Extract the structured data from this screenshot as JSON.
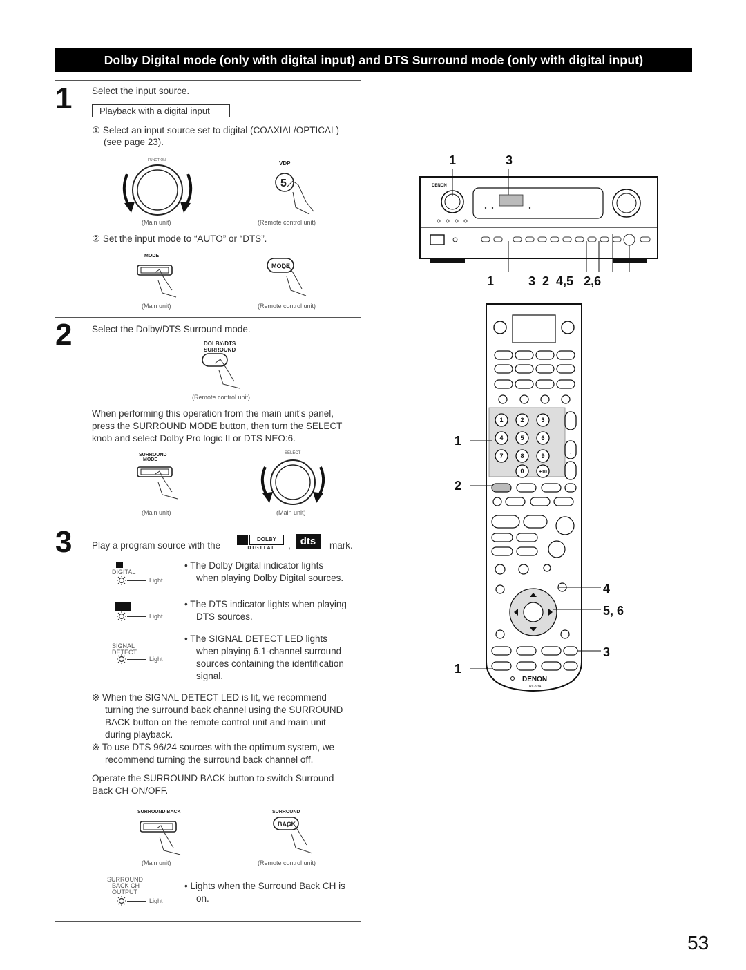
{
  "banner": "Dolby Digital mode (only with digital input) and DTS Surround mode (only with digital input)",
  "step1": {
    "num": "1",
    "text": "Select the input source.",
    "box": "Playback with a digital input",
    "sub1": "① Select an input source set to digital (COAXIAL/OPTICAL)",
    "sub1b": "(see page 23).",
    "function_label": "FUNCTION",
    "vdp_label": "VDP",
    "vdp_key": "5",
    "main_unit": "(Main unit)",
    "remote_unit": "(Remote control unit)",
    "sub2": "② Set the input mode to “AUTO” or “DTS”.",
    "mode_label": "MODE",
    "mode_button": "MODE",
    "main_unit2": "(Main unit)",
    "remote_unit2": "(Remote control unit)"
  },
  "step2": {
    "num": "2",
    "text": "Select the Dolby/DTS Surround mode.",
    "dolby_label1": "DOLBY/DTS",
    "dolby_label2": "SURROUND",
    "remote_unit": "(Remote control unit)",
    "para1": "When performing this operation from the main unit's panel,",
    "para2": "press the SURROUND MODE button, then turn the SELECT",
    "para3": "knob and select Dolby Pro logic II or DTS NEO:6.",
    "surround_mode_label1": "SURROUND",
    "surround_mode_label2": "MODE",
    "select_label": "SELECT",
    "main_unit_a": "(Main unit)",
    "main_unit_b": "(Main unit)"
  },
  "step3": {
    "num": "3",
    "text_pre": "Play a program source with the",
    "text_post": "mark.",
    "dolby_logo": "DOLBY",
    "dolby_sub": "D I G I T A L",
    "dts_logo": "dts",
    "ind1_label": "DIGITAL",
    "ind1_light": "Light",
    "bullet1_l1": "• The  Dolby  Digital  indicator  lights",
    "bullet1_l2": "when playing Dolby Digital sources.",
    "ind2_light": "Light",
    "bullet2_l1": "• The DTS indicator lights when playing",
    "bullet2_l2": "DTS sources.",
    "ind3_label1": "SIGNAL",
    "ind3_label2": "DETECT",
    "ind3_light": "Light",
    "bullet3_l1": "• The  SIGNAL  DETECT  LED  lights",
    "bullet3_l2": "when  playing  6.1-channel  surround",
    "bullet3_l3": "sources  containing  the  identification",
    "bullet3_l4": "signal.",
    "note1_l1": "※ When the SIGNAL DETECT LED is lit, we recommend",
    "note1_l2": "turning the surround back channel using the SURROUND",
    "note1_l3": "BACK button on the remote control unit and main unit",
    "note1_l4": "during playback.",
    "note2_l1": "※ To use DTS 96/24 sources with the optimum system, we",
    "note2_l2": "recommend turning the surround back channel off.",
    "op_l1": "Operate the SURROUND BACK button to switch Surround",
    "op_l2": "Back CH ON/OFF.",
    "sb_label": "SURROUND BACK",
    "sb_label2": "SURROUND",
    "sb_button": "BACK",
    "main_unit": "(Main unit)",
    "remote_unit": "(Remote control unit)",
    "out_label1": "SURROUND",
    "out_label2": "BACK CH",
    "out_label3": "OUTPUT",
    "out_light": "Light",
    "bullet4_l1": "• Lights when the Surround Back CH is",
    "bullet4_l2": "on."
  },
  "receiver": {
    "top_callout_1": "1",
    "top_callout_3": "3",
    "bottom_callouts": "1          3  2  4,5   2,6",
    "brand": "DENON"
  },
  "remote": {
    "left_callout_1a": "1",
    "left_callout_2": "2",
    "left_callout_1b": "1",
    "right_callout_4": "4",
    "right_callout_56": "5, 6",
    "right_callout_3": "3",
    "brand": "DENON",
    "model": "RC-934",
    "keys": [
      "1",
      "2",
      "3",
      "4",
      "5",
      "6",
      "7",
      "8",
      "9",
      "0",
      "+10"
    ]
  },
  "page_number": "53"
}
